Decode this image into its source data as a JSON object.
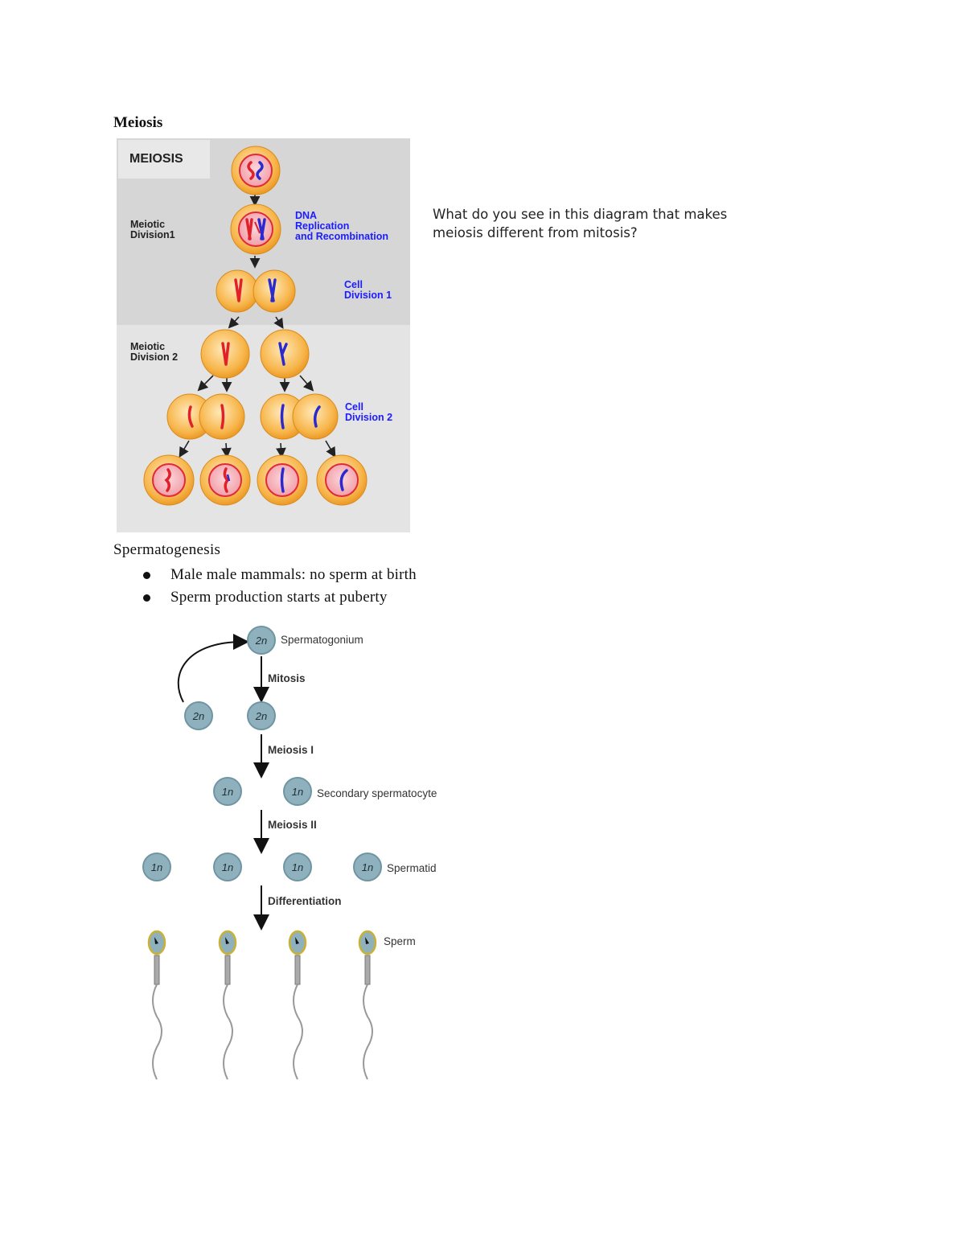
{
  "doc": {
    "heading": "Meiosis",
    "question": "What do you see in this diagram that makes meiosis different from mitosis?",
    "section": "Spermatogenesis",
    "bullets": [
      "Male male mammals: no sperm at birth",
      "Sperm production starts at puberty"
    ]
  },
  "meiosis_figure": {
    "title": "MEIOSIS",
    "stage1": [
      "Meiotic",
      "Division1"
    ],
    "stage2": [
      "Meiotic",
      "Division 2"
    ],
    "dna": [
      "DNA",
      "Replication",
      "and Recombination"
    ],
    "cell1": [
      "Cell",
      "Division 1"
    ],
    "cell2": [
      "Cell",
      "Division 2"
    ]
  },
  "sperm_figure": {
    "diploid": "2n",
    "haploid": "1n",
    "spermatogonium": "Spermatogonium",
    "mitosis": "Mitosis",
    "meiosis1": "Meiosis I",
    "secondary": "Secondary spermatocyte",
    "meiosis2": "Meiosis II",
    "spermatid": "Spermatid",
    "differentiation": "Differentiation",
    "sperm": "Sperm"
  },
  "colors": {
    "panel_light": "#dedede",
    "panel_dark": "#cfcfcf",
    "cell_orange": "#f5a623",
    "nucleus_pink": "#f4a7b0",
    "chrom_red": "#e0202a",
    "chrom_blue": "#2a2ad0",
    "label_blue": "#1c1cff",
    "sperm_cell": "#8fb1bd"
  }
}
